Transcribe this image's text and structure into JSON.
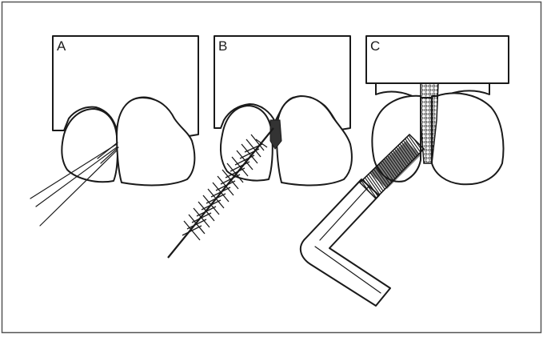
{
  "figure": {
    "panels": [
      {
        "label": "A",
        "tool": "dental-floss"
      },
      {
        "label": "B",
        "tool": "interdental-brush"
      },
      {
        "label": "C",
        "tool": "single-tufted-brush"
      }
    ],
    "colors": {
      "ink": "#1a1a1a",
      "paper": "#ffffff",
      "frame": "#555555"
    }
  }
}
